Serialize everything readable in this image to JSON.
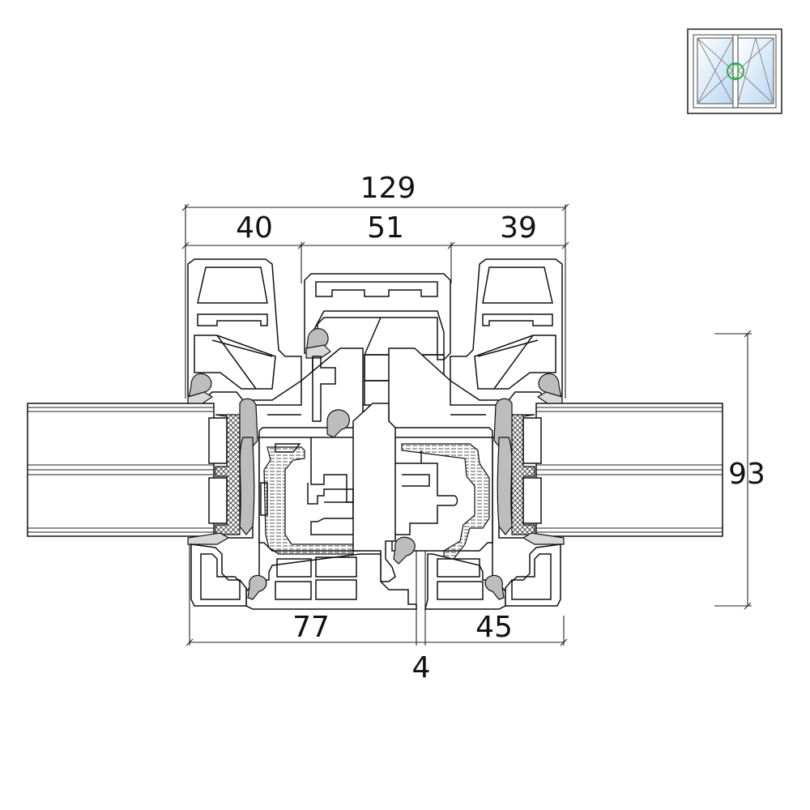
{
  "dimensions": {
    "total_width": "129",
    "left_sash": "40",
    "center": "51",
    "right_sash": "39",
    "depth": "93",
    "bottom_left": "77",
    "bottom_right": "45",
    "gap": "4"
  },
  "icon": {
    "name": "double-casement-window-icon",
    "frame_color": "#555555",
    "glass_color": "#cfe3f7",
    "handle_color": "#3aa64a"
  }
}
